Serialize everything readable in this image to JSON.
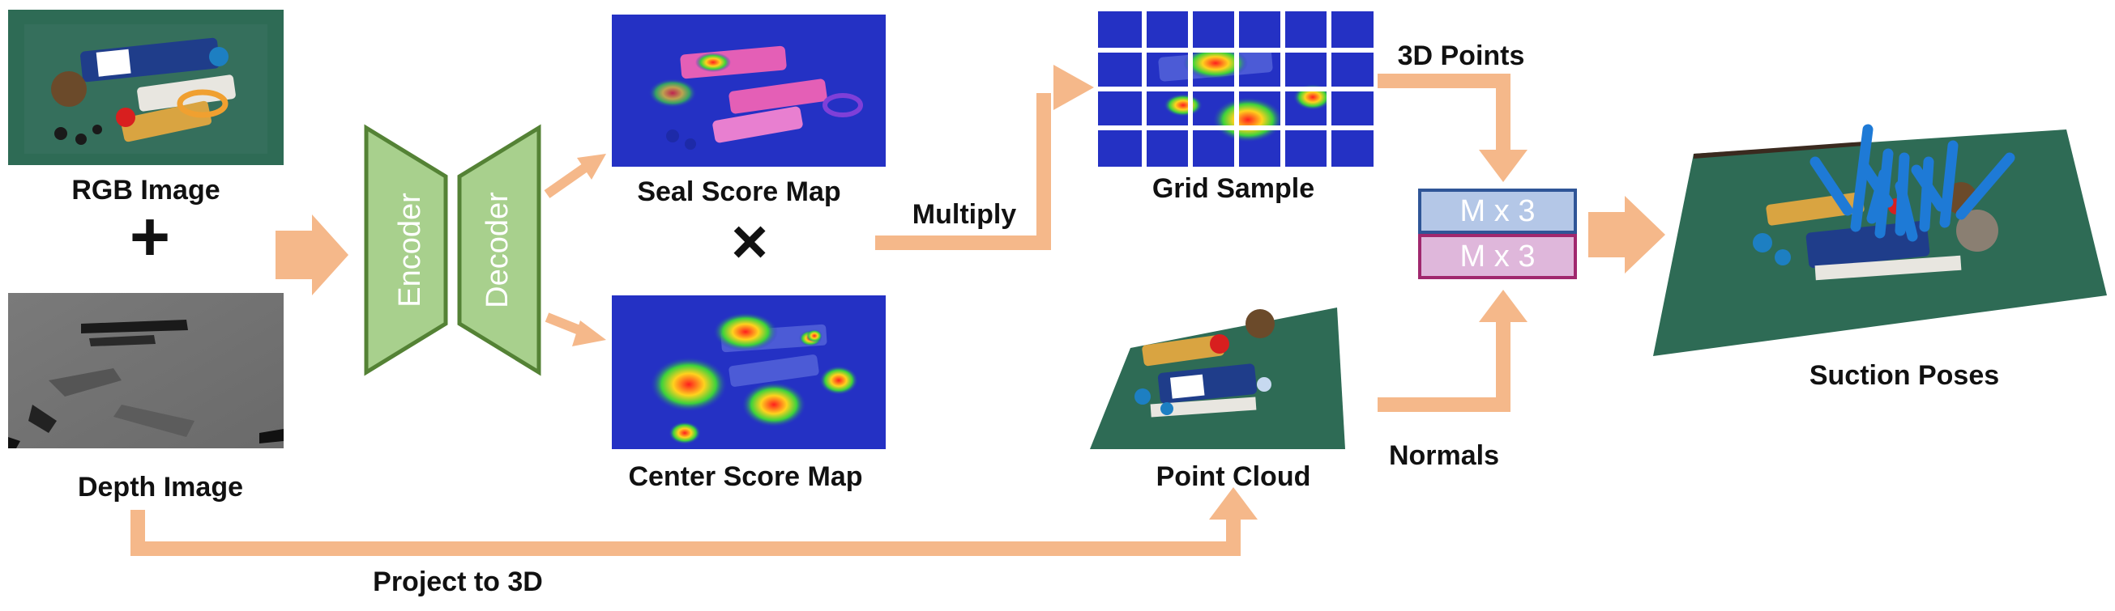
{
  "inputs": {
    "rgb_label": "RGB Image",
    "plus_symbol": "+",
    "depth_label": "Depth Image"
  },
  "network": {
    "encoder_label": "Encoder",
    "decoder_label": "Decoder"
  },
  "score_maps": {
    "seal_label": "Seal Score Map",
    "times_symbol": "×",
    "center_label": "Center Score Map"
  },
  "steps": {
    "multiply_label": "Multiply",
    "grid_sample_label": "Grid Sample",
    "points_label": "3D Points",
    "normals_label": "Normals",
    "point_cloud_label": "Point Cloud",
    "project_label": "Project to 3D"
  },
  "matrices": {
    "points_dim": "M x 3",
    "normals_dim": "M x 3"
  },
  "output": {
    "label": "Suction Poses"
  },
  "colors": {
    "arrow": "#f5b88a",
    "network_fill": "#a8d08d",
    "network_stroke": "#548235",
    "points_box_fill": "#b4c7e7",
    "points_box_stroke": "#2f5597",
    "normals_box_fill": "#dfb7db",
    "normals_box_stroke": "#a0286e",
    "score_map_bg": "#2431c4",
    "table_green": "#2e6b55"
  }
}
